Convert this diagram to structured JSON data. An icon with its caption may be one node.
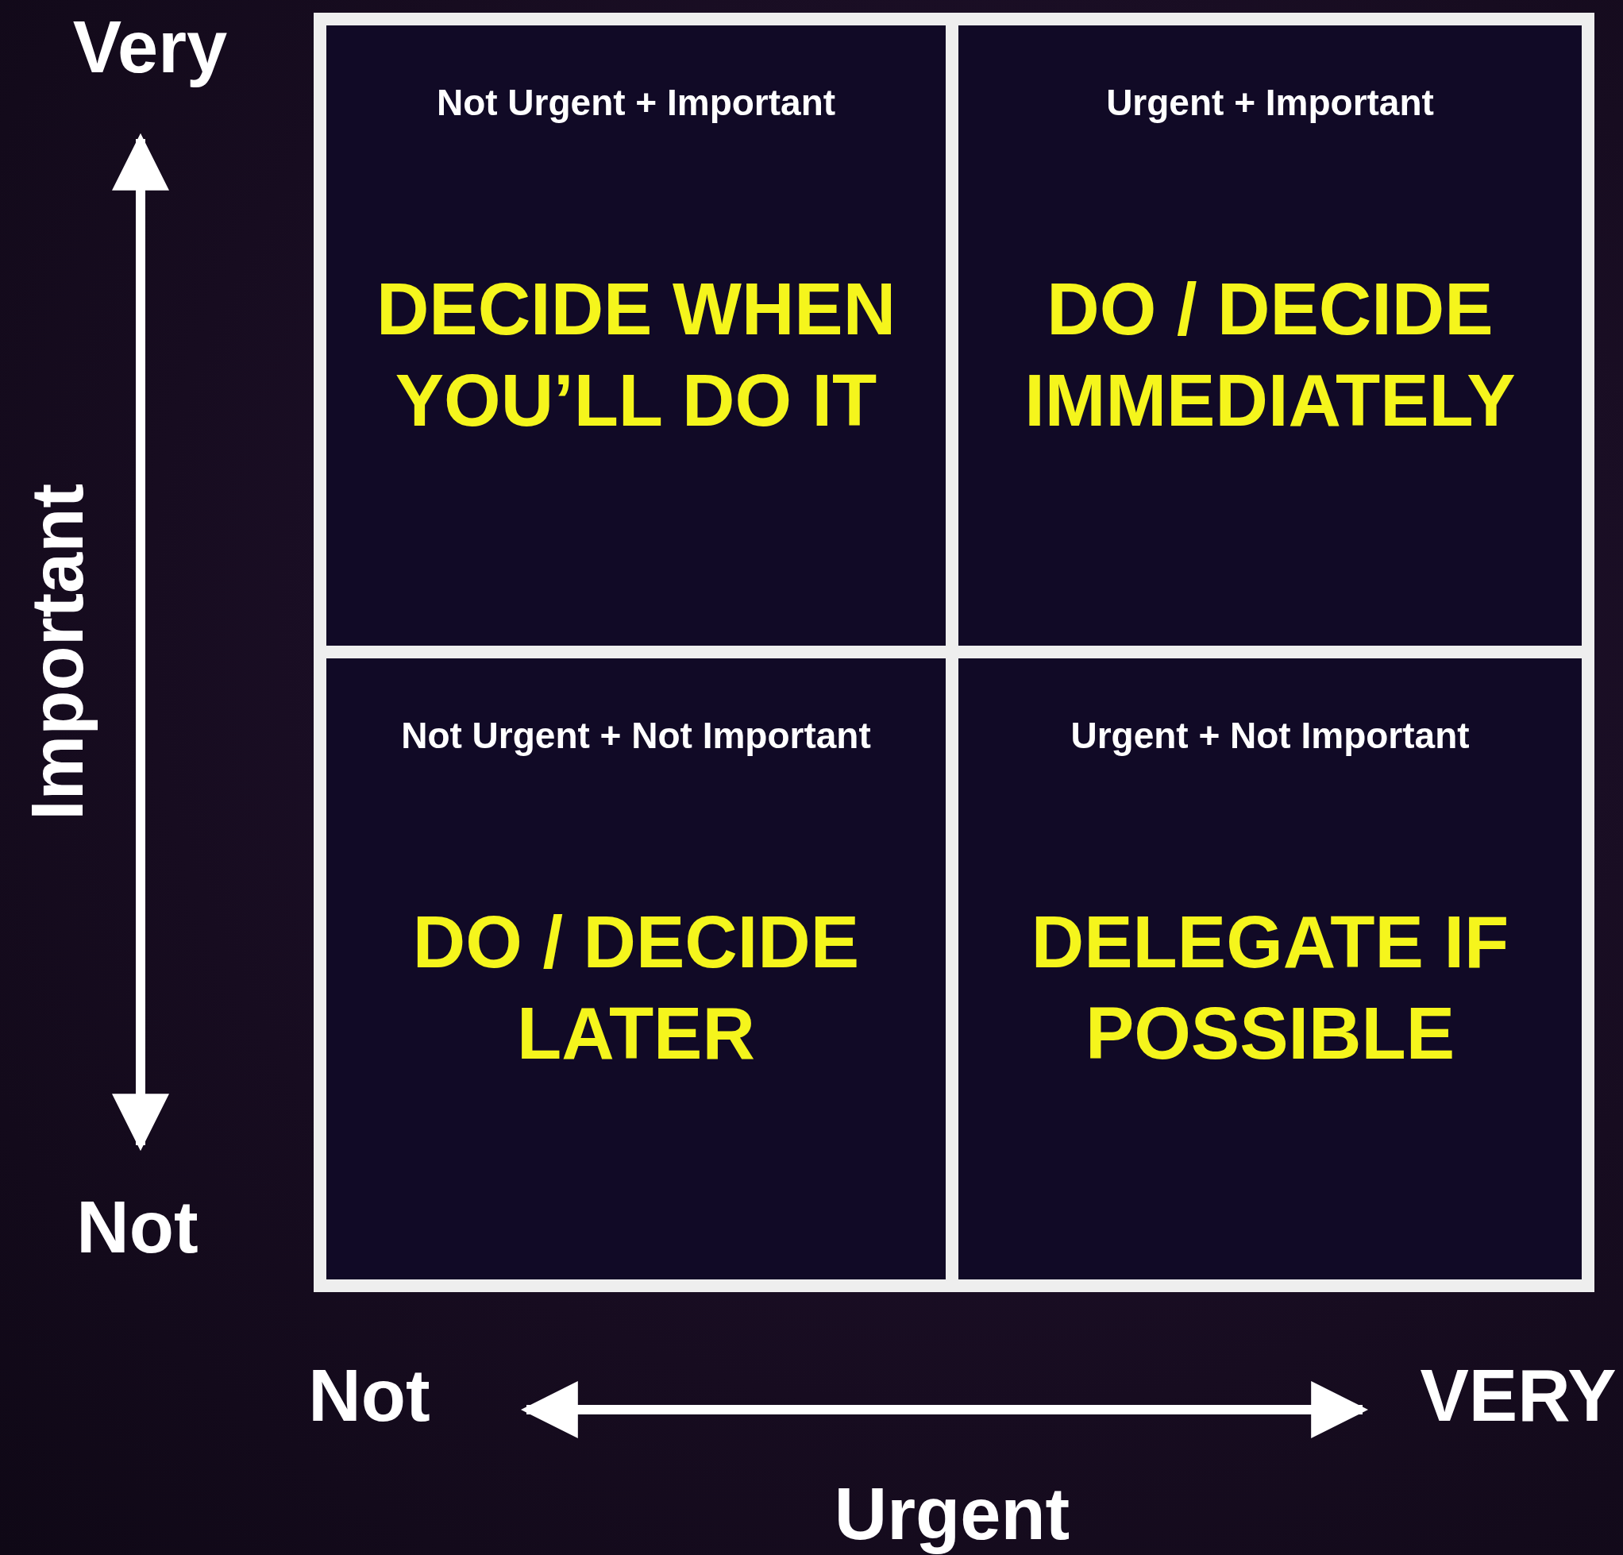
{
  "diagram": {
    "nodes": [
      {
        "text": [
          "Not Urgent + Important",
          "DECIDE WHEN YOU’LL DO IT"
        ]
      },
      {
        "text": [
          "Urgent + Important",
          "DO / DECIDE IMMEDIATELY"
        ]
      },
      {
        "text": [
          "Not Urgent + Not Important",
          "DO / DECIDE LATER"
        ]
      },
      {
        "text": [
          "Urgent + Not Important",
          "DELEGATE IF POSSIBLE"
        ]
      }
    ],
    "labels": [
      "Very",
      "Important",
      "Not",
      "Not",
      "VERY",
      "Urgent"
    ]
  }
}
